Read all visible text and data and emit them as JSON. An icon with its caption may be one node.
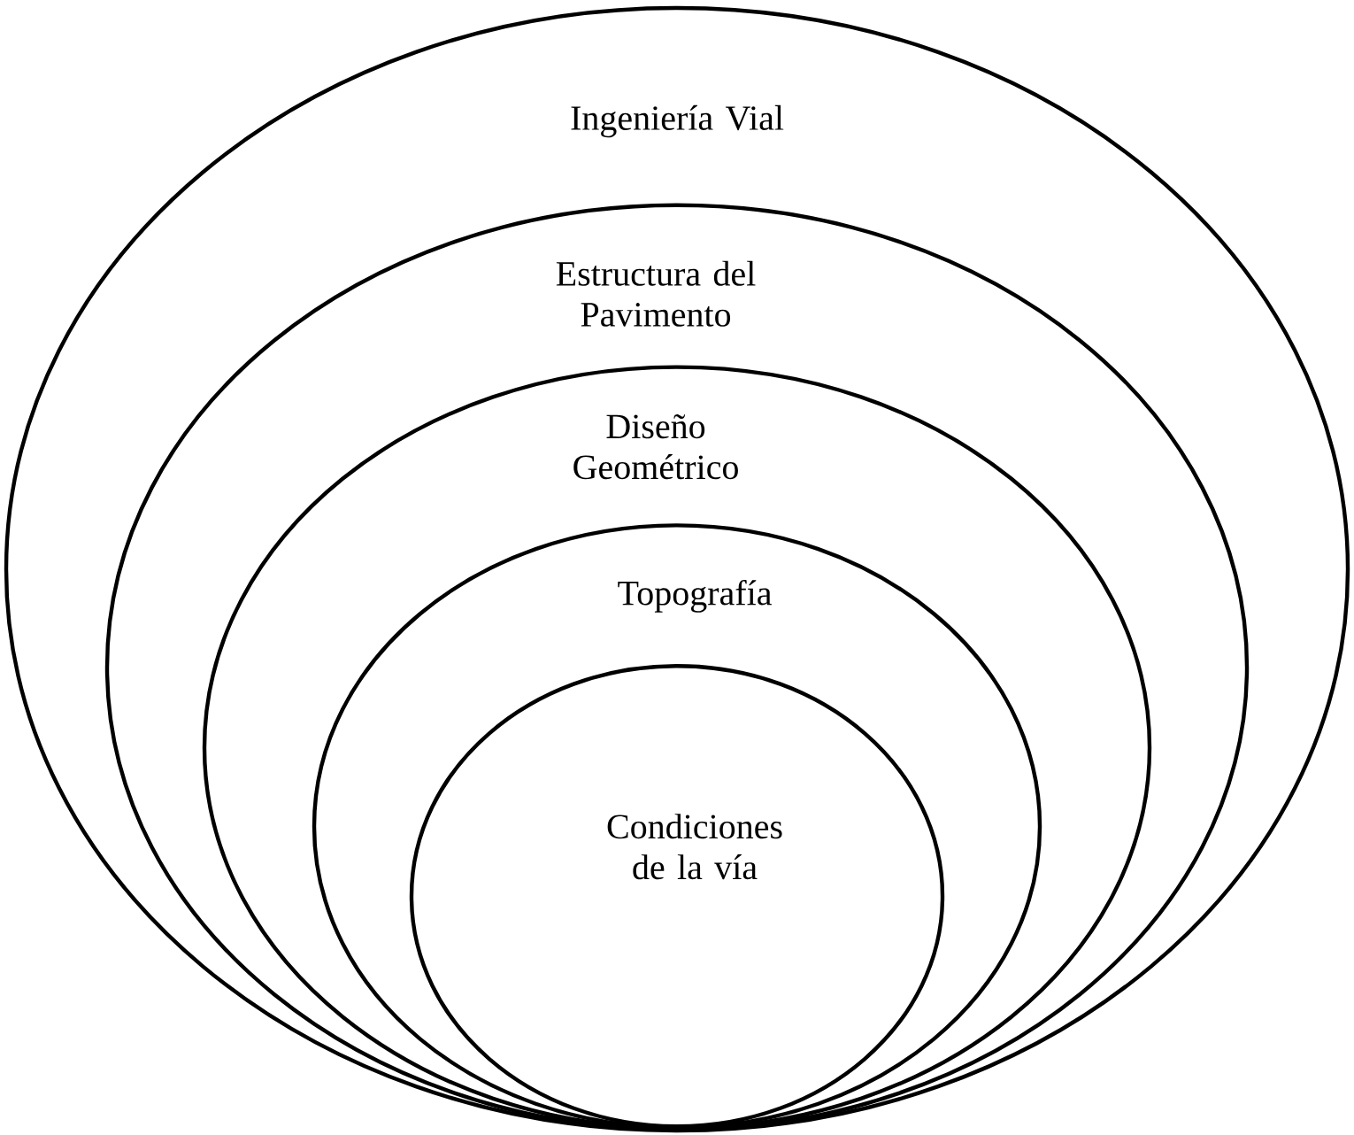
{
  "diagram": {
    "nodes": [
      {
        "text": [
          "Ingeniería Vial"
        ]
      },
      {
        "text": [
          "Estructura del Pavimento"
        ],
        "in": 0
      },
      {
        "text": [
          "Diseño Geométrico"
        ],
        "in": 1
      },
      {
        "text": [
          "Topografía"
        ],
        "in": 2
      },
      {
        "text": [
          "Condiciones de la vía"
        ],
        "in": 3
      }
    ]
  }
}
